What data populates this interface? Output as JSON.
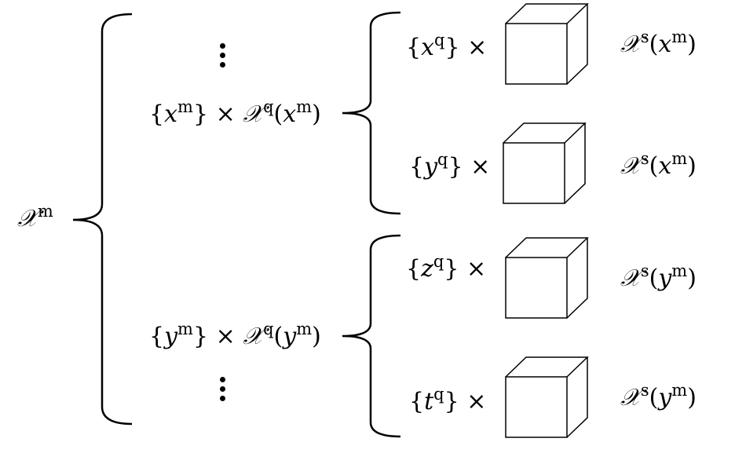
{
  "root": {
    "symbol": "𝒳",
    "sup": "m"
  },
  "level1": [
    {
      "set_var": "x",
      "set_sup": "m",
      "times": "×",
      "space": "𝒳",
      "space_sup": "q",
      "arg_var": "x",
      "arg_sup": "m"
    },
    {
      "set_var": "y",
      "set_sup": "m",
      "times": "×",
      "space": "𝒳",
      "space_sup": "q",
      "arg_var": "y",
      "arg_sup": "m"
    }
  ],
  "level2": [
    {
      "var": "x",
      "sup": "q",
      "times": "×",
      "space": "𝒳",
      "space_sup": "s",
      "arg_var": "x",
      "arg_sup": "m"
    },
    {
      "var": "y",
      "sup": "q",
      "times": "×",
      "space": "𝒳",
      "space_sup": "s",
      "arg_var": "x",
      "arg_sup": "m"
    },
    {
      "var": "z",
      "sup": "q",
      "times": "×",
      "space": "𝒳",
      "space_sup": "s",
      "arg_var": "y",
      "arg_sup": "m"
    },
    {
      "var": "t",
      "sup": "q",
      "times": "×",
      "space": "𝒳",
      "space_sup": "s",
      "arg_var": "y",
      "arg_sup": "m"
    }
  ],
  "colors": {
    "stroke": "#000000",
    "background": "#ffffff"
  }
}
